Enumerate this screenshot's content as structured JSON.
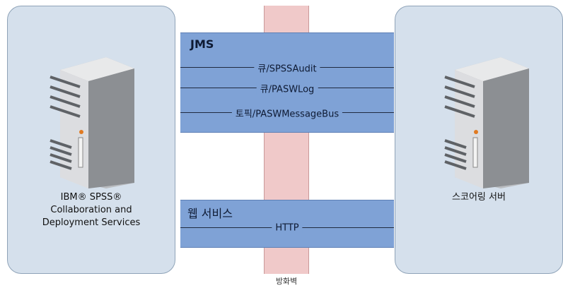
{
  "left_node": {
    "label": "IBM® SPSS®\nCollaboration and\nDeployment Services",
    "icon": "server-icon"
  },
  "right_node": {
    "label": "스코어링 서버",
    "icon": "server-icon"
  },
  "firewall": {
    "label": "방화벽"
  },
  "jms": {
    "title": "JMS",
    "channels": [
      "큐/SPSSAudit",
      "큐/PASWLog",
      "토픽/PASWMessageBus"
    ]
  },
  "web_services": {
    "title": "웹 서비스",
    "channels": [
      "HTTP"
    ]
  }
}
